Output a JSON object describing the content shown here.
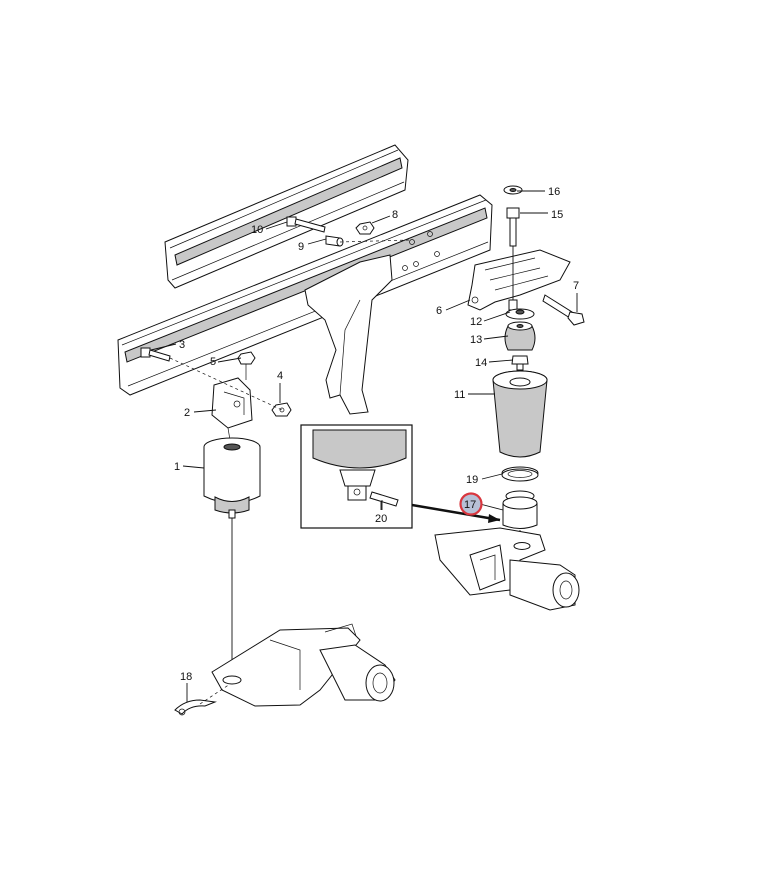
{
  "labels": {
    "l1": "1",
    "l2": "2",
    "l3": "3",
    "l4": "4",
    "l5": "5",
    "l6": "6",
    "l7": "7",
    "l8": "8",
    "l9": "9",
    "l10": "10",
    "l11": "11",
    "l12": "12",
    "l13": "13",
    "l14": "14",
    "l15": "15",
    "l16": "16",
    "l17": "17",
    "l18": "18",
    "l19": "19",
    "l20": "20"
  },
  "highlight": {
    "part": "17",
    "color": "#d9363e",
    "fill": "#b7c0d6"
  }
}
